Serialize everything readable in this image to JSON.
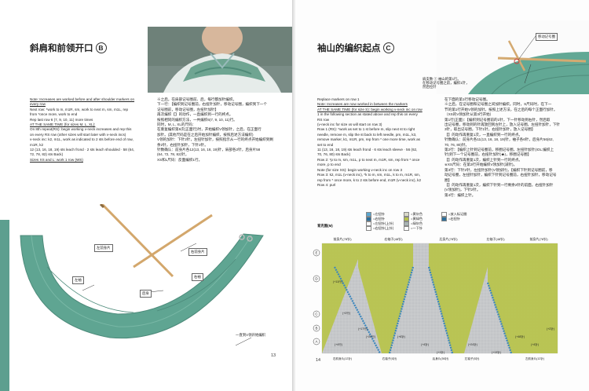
{
  "left_page": {
    "title": "斜肩和前领开口",
    "title_letter": "B",
    "text_en": [
      {
        "t": "Note: Increases are worked before and after shoulder markers on",
        "u": true
      },
      {
        "t": "every row",
        "u": true
      },
      {
        "t": "Next row: *work to m, m1R, sm, work to next m, sm, m1L, rep",
        "u": false
      },
      {
        "t": "from *once more, work to end",
        "u": false
      },
      {
        "t": "Rep last row 6 (7, 9, 10, 11) more times",
        "u": false
      },
      {
        "t": "AT THE SAME TIME (for sizes M, L, XL):",
        "u": true
      },
      {
        "t": "On 8th repeat(RS): begin working v-neck increases and rep this",
        "u": false
      },
      {
        "t": "on every RS row (other sizes will start later with v-neck incs)",
        "u": false
      },
      {
        "t": "v-neck inc: k2, m1L, work as indicated to 2 sts before end of row,",
        "u": false
      },
      {
        "t": "m1R, k2",
        "u": false
      },
      {
        "t": "12 (13, 16, 18, 19) sts leach frond · 2 sts leach shoulded · 58 (64,",
        "u": false
      },
      {
        "t": "72, 78, 82) sts Back)",
        "u": false
      },
      {
        "t": "Sizes XS and L: work 1 row (WS)",
        "u": true
      }
    ],
    "text_cn": [
      "※之后，在肩部记号圈前、后，每行都加针编织。",
      "下一行：【编织到记号圈前，右扭针加针，移动记号圈，编织到下一个",
      "记号圈前，移动记号圈，左扭针加针】",
      "再次编织【】的动作，一直编织到一行的终点。",
      "按照相同的编织方法，一共编织6(7, 9, 10, 11)行。",
      "同时，M, L, XL的尺码：",
      "在重复编织第8次(正面行)时，开始编织V领加针，之后，在正面行",
      "加针。(其他尺码是在之后开始加针编织，按照后述方法编织)",
      "V领的加针：下针2针，左扭针加针，按照指示从一行的终点开始编织到剩",
      "余2针，右扭针加针，下针2针。",
      "针数确认：前身片各12(13, 16, 18, 19)针，肩部各2针，后身片58",
      "(64, 72, 78, 82)针。",
      "XS和L尺码：反面编织1行。"
    ],
    "diagram_labels": {
      "front_right": "左前身片",
      "front_left": "右前身片",
      "sleeve_left": "左袖",
      "sleeve_right": "右袖",
      "back": "后身",
      "note": "一直到V领开始编织"
    },
    "page_number": "13"
  },
  "right_page": {
    "title": "袖山的编织起点",
    "title_letter": "C",
    "photo_labels": {
      "marker": "移动记号圈",
      "note_1": "肩支数 ⓒ 袖山的第1行。",
      "note_2": "在移动记号圈之前，编织1针，",
      "note_3": "然后拉针"
    },
    "text_en": [
      {
        "t": "Replace markers on row 1",
        "u": false
      },
      {
        "t": "Note: Increases are now worked in between the markers",
        "u": true
      },
      {
        "t": "AT THE SAME TIME (for size S): begin working v-neck inc on row",
        "u": true
      },
      {
        "t": "1 in the following section as stated above and rep this on every",
        "u": false
      },
      {
        "t": "RS row",
        "u": false
      },
      {
        "t": "(v-neck inc for size xs will start on row 3)",
        "u": false
      },
      {
        "t": "Row 1 (RS): *work as set to 1 st before m, slip next st to right",
        "u": false
      },
      {
        "t": "needle, remove m, slip the st back to left needle, pm, m1L, k3,",
        "u": false
      },
      {
        "t": "remove marker, k1, m1R, pm, rep from * one more time, work as",
        "u": false
      },
      {
        "t": "set to end",
        "u": false
      },
      {
        "t": "11 (13, 16, 18, 19) sts leach frond · 6 sts leach sleeve · 56 (62,",
        "u": false
      },
      {
        "t": "70, 76, 80) sts Back)",
        "u": false
      },
      {
        "t": "Row 2: *p to m, sm, m1L, p to next m, m1R, sm, rep from * once",
        "u": false
      },
      {
        "t": "more, p to end",
        "u": false
      },
      {
        "t": "Note (for size XS): begin working v-neck inc on row 3",
        "u": false
      },
      {
        "t": "Row 3: k2, m1L (v-neck inc), *k to m, sm, m1L, k to m, m1R, sm,",
        "u": false
      },
      {
        "t": "rep from * once more, k to 2 sts before end, m1R (v-neck inc), k2",
        "u": false
      },
      {
        "t": "Row 4: purl",
        "u": false
      }
    ],
    "text_cn": [
      "在下面的第1行移动记号圈。",
      "※之后，在记号圈和记号圈之间加针编织。同时，S尺码时，在下一",
      "节的第1行开始V领的加针。按照上述方法，在之后的每个正面行加针。",
      "（XS的V领加针从第3行开始）",
      "第1行(正面)：【编织到记号圈前的1针，下一针移动到右针，然后取",
      "出记号圈，移动到的针再放回到左针上，放入记号圈，左扭针加针，下针",
      "3针，取出记号圈，下针1针，右扭针加针，放入记号圈】",
      "【】的动作再重复1次，一直编织到一行的终点。",
      "针数确认：前身片各11(13, 16, 18, 19)针，袖子各6针，后身片56(62,",
      "70, 76, 80)针。",
      "第2行：【编织上针到记号圈前，移圈记号圈，左扭针加针(IOL:编织上",
      "针)到下一个记号圈前，右扭针加针(★)，移圈记号圈】",
      "【】的动作再重复1次，编织上针到一行的终点。",
      "※XS尺码：在第3行开始编织V领加针(减针)。",
      "第3行：下针2针，左扭针加针(V领加针)，【编织下针到记号圈前，移",
      "动记号圈，左扭针加针，编织下针到记号圈前，右扭针加针，移动记号",
      "圈】",
      "【】的动作再重复1次，编织下针到一行剩余2针的前面，右扭针加针",
      "(V领加针)，下针2针。",
      "第4行：编织上针。"
    ],
    "chart": {
      "title": "育克图(M)",
      "sections": [
        "前身片(78针)",
        "右袖子(48针)",
        "后身片(78针)",
        "左袖子(48针)",
        "前身片(78针)"
      ],
      "row_markers": [
        "E",
        "D",
        "C",
        "B",
        "A"
      ],
      "legend": [
        {
          "label": "=左扭针",
          "color": "#5aa6cf"
        },
        {
          "label": "=右扭针",
          "color": "#2c6f9b"
        },
        {
          "label": "=左扭针(上针)",
          "color": "#ffffff"
        },
        {
          "label": "=右扭针(上针)",
          "color": "#ffffff"
        },
        {
          "label": "=黄灰色",
          "color": "#d9d9c9"
        },
        {
          "label": "=黄绿色",
          "color": "#b6c24c"
        },
        {
          "label": "=绿灰色",
          "color": "#a7b3b3"
        },
        {
          "label": "=一下针",
          "color": "#ffffff"
        },
        {
          "label": "=放入标记圈",
          "color": "#ffffff"
        },
        {
          "label": "=右扭针",
          "color": "#2c6f9b"
        }
      ],
      "annotations": [
        "(+11行)",
        "(+2行)",
        "(+17行)",
        "(+20行)",
        "(+4行)",
        "(+6针)",
        "(+4针)",
        "(+1针)",
        "(+24针)",
        "(+48针)",
        "(+4针)",
        "(+2针)",
        "(+13针)"
      ],
      "bottom_labels": [
        "右前身片(12针)",
        "右袖子(6针)",
        "后身片(56针)",
        "左袖子(6针)",
        "左前身片(12针)"
      ],
      "colors": {
        "grey": "#c9cbcd",
        "green": "#b8c44e",
        "blue": "#3b86bd",
        "line": "#666666"
      }
    },
    "page_number": "14"
  }
}
